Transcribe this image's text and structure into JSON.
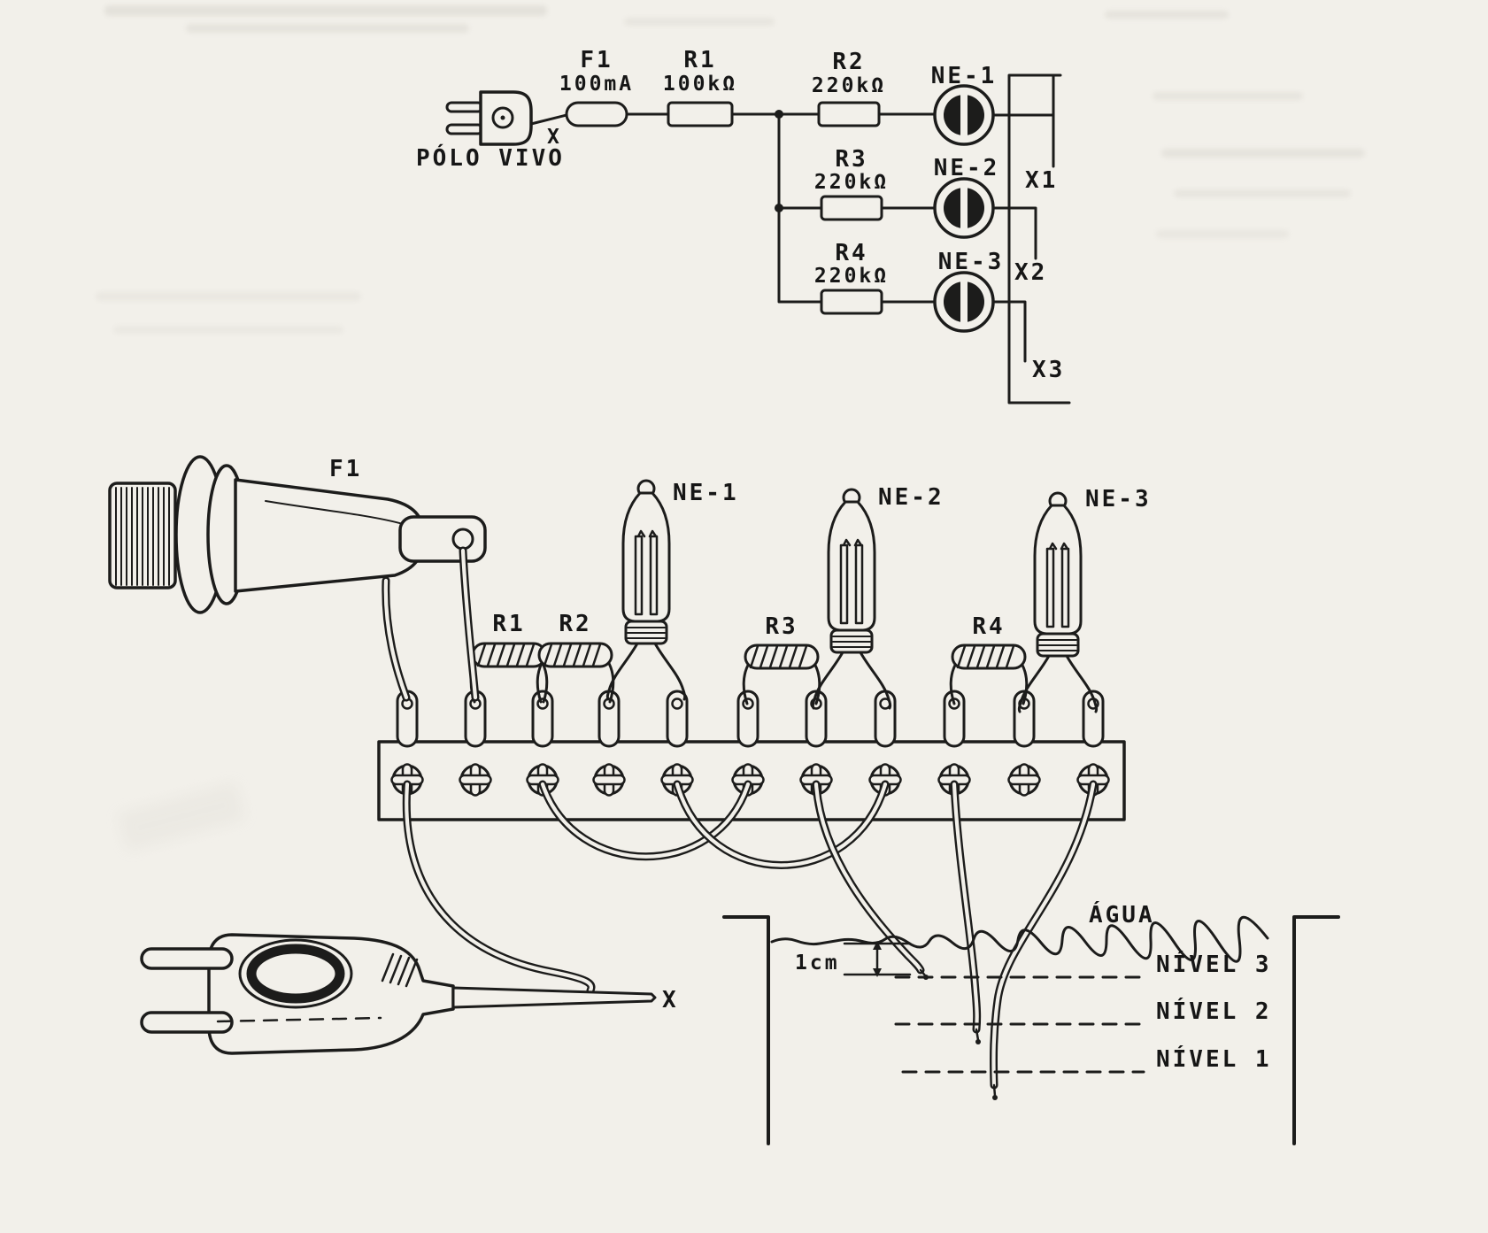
{
  "palette": {
    "paper": "#f2f0ea",
    "ink": "#1c1c1b"
  },
  "schematic": {
    "polo_vivo": "PÓLO VIVO",
    "x_plug": "X",
    "f1": {
      "name": "F1",
      "value": "100mA"
    },
    "r1": {
      "name": "R1",
      "value": "100kΩ"
    },
    "r2": {
      "name": "R2",
      "value": "220kΩ"
    },
    "r3": {
      "name": "R3",
      "value": "220kΩ"
    },
    "r4": {
      "name": "R4",
      "value": "220kΩ"
    },
    "ne1": "NE-1",
    "ne2": "NE-2",
    "ne3": "NE-3",
    "x1": "X1",
    "x2": "X2",
    "x3": "X3"
  },
  "assembly": {
    "f1": "F1",
    "r1": "R1",
    "r2": "R2",
    "r3": "R3",
    "r4": "R4",
    "ne1": "NE-1",
    "ne2": "NE-2",
    "ne3": "NE-3",
    "x_cord": "X",
    "agua": "ÁGUA",
    "one_cm": "1cm",
    "nivel3": "NÍVEL 3",
    "nivel2": "NÍVEL 2",
    "nivel1": "NÍVEL 1"
  }
}
